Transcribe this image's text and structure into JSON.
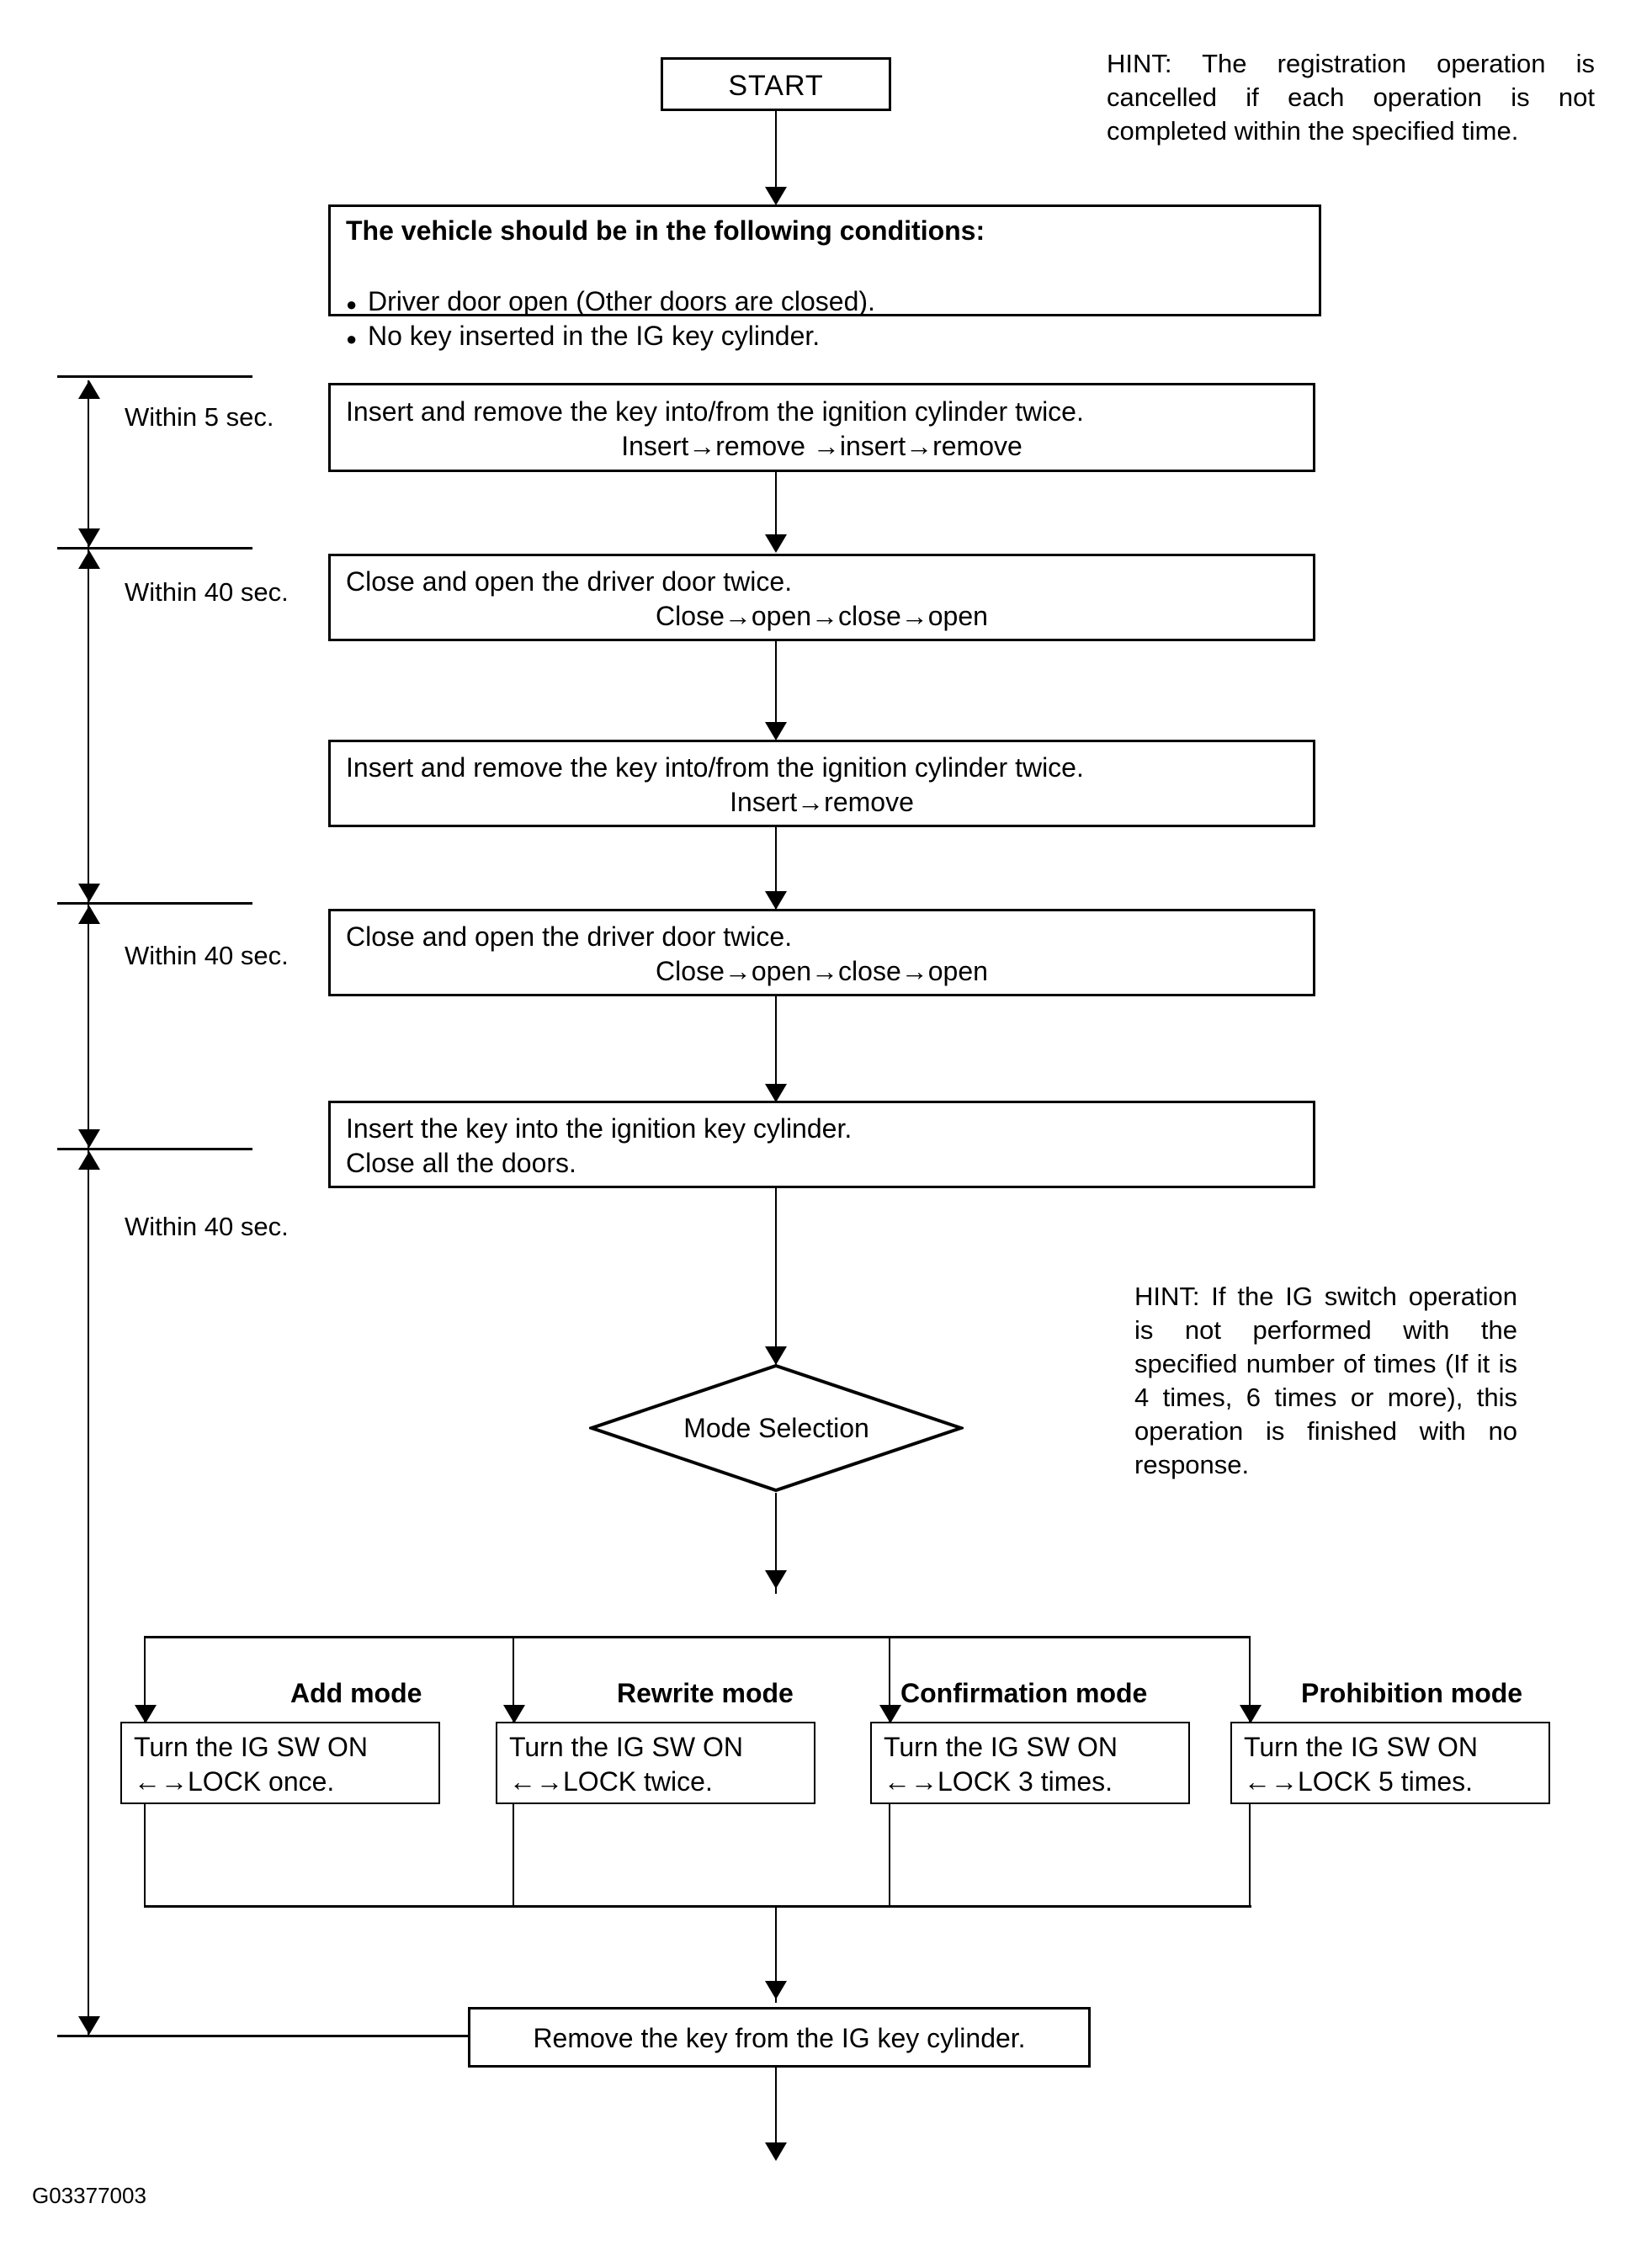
{
  "diagram": {
    "figure_code": "G03377003",
    "start_node": {
      "label": "START"
    },
    "hints": [
      {
        "id": "hint-top",
        "text": "HINT: The registration operation is cancelled if each operation is not completed within the specified time."
      },
      {
        "id": "hint-mode",
        "text": "HINT: If the IG switch operation is not performed with the specified number of times (If it is 4 times, 6 times or more), this operation is finished with no response."
      }
    ],
    "conditions_box": {
      "heading": "The vehicle should be in the following conditions:",
      "items": [
        "Driver door open (Other doors are closed).",
        "No key inserted in the IG key cylinder."
      ],
      "bullet_glyph": "●"
    },
    "timing_labels": [
      {
        "id": "timing-1",
        "label": "Within 5 sec."
      },
      {
        "id": "timing-2",
        "label": "Within 40 sec."
      },
      {
        "id": "timing-3",
        "label": "Within 40 sec."
      },
      {
        "id": "timing-4",
        "label": "Within 40 sec."
      }
    ],
    "steps": [
      {
        "id": "step-insert-remove-twice-1",
        "line1": "Insert and remove the key into/from the ignition cylinder twice.",
        "line2": "Insert→remove →insert→remove"
      },
      {
        "id": "step-close-open-twice-1",
        "line1": "Close and open the driver door twice.",
        "line2": "Close→open→close→open"
      },
      {
        "id": "step-insert-remove-twice-2",
        "line1": "Insert and remove the key into/from the ignition cylinder twice.",
        "line2": "Insert→remove"
      },
      {
        "id": "step-close-open-twice-2",
        "line1": "Close and open the driver door twice.",
        "line2": "Close→open→close→open"
      },
      {
        "id": "step-insert-key-close-doors",
        "line1": "Insert the key into the ignition key cylinder.",
        "line2": "Close all the doors."
      }
    ],
    "decision": {
      "label": "Mode Selection"
    },
    "modes": [
      {
        "id": "mode-add",
        "title": "Add mode",
        "line1": "Turn the IG SW ON",
        "line2": "←→LOCK once."
      },
      {
        "id": "mode-rewrite",
        "title": "Rewrite mode",
        "line1": "Turn the IG SW ON",
        "line2": "←→LOCK twice."
      },
      {
        "id": "mode-confirmation",
        "title": "Confirmation mode",
        "line1": "Turn the IG SW ON",
        "line2": "←→LOCK 3 times."
      },
      {
        "id": "mode-prohibition",
        "title": "Prohibition mode",
        "line1": "Turn the IG SW ON",
        "line2": "←→LOCK 5 times."
      }
    ],
    "end_step": {
      "label": "Remove the key from the IG key cylinder."
    }
  }
}
